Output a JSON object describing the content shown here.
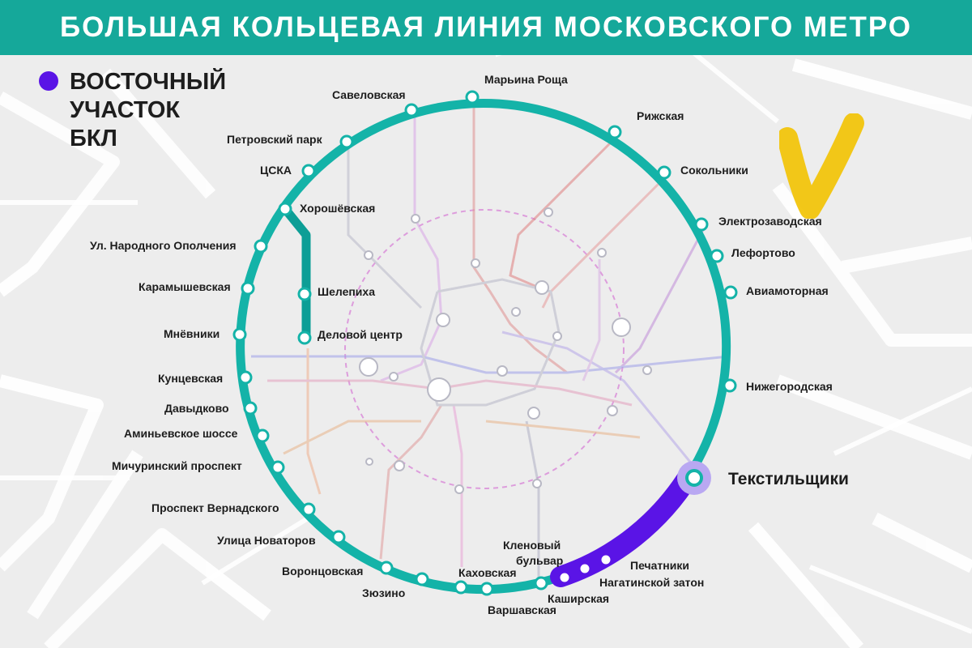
{
  "title": "БОЛЬШАЯ КОЛЬЦЕВАЯ ЛИНИЯ МОСКОВСКОГО МЕТРО",
  "legend": {
    "lines": [
      "ВОСТОЧНЫЙ",
      "УЧАСТОК",
      "БКЛ"
    ],
    "color": "#5a14e6"
  },
  "colors": {
    "ring": "#14b3a8",
    "east_section": "#5a14e6",
    "highlight_halo": "#b9a8f2",
    "header": "#15a89a",
    "logo": "#f2c200"
  },
  "stations": [
    {
      "id": "maryina-roshcha",
      "name": "Марьина Роща"
    },
    {
      "id": "rizhskaya",
      "name": "Рижская"
    },
    {
      "id": "sokolniki",
      "name": "Сокольники"
    },
    {
      "id": "elektrozavodskaya",
      "name": "Электрозаводская"
    },
    {
      "id": "lefortovo",
      "name": "Лефортово"
    },
    {
      "id": "aviamotornaya",
      "name": "Авиамоторная"
    },
    {
      "id": "nizhegorodskaya",
      "name": "Нижегородская"
    },
    {
      "id": "tekstilshchiki",
      "name": "Текстильщики"
    },
    {
      "id": "pechatniki",
      "name": "Печатники"
    },
    {
      "id": "nagatinsky-zaton",
      "name": "Нагатинской затон"
    },
    {
      "id": "klenovy-bulvar",
      "name": "Кленовый бульвар"
    },
    {
      "id": "kashirskaya",
      "name": "Каширская"
    },
    {
      "id": "varshavskaya",
      "name": "Варшавская"
    },
    {
      "id": "kakhovskaya",
      "name": "Каховская"
    },
    {
      "id": "zyuzino",
      "name": "Зюзино"
    },
    {
      "id": "vorontsovskaya",
      "name": "Воронцовская"
    },
    {
      "id": "ulitsa-novatorov",
      "name": "Улица Новаторов"
    },
    {
      "id": "prospekt-vernadskogo",
      "name": "Проспект Вернадского"
    },
    {
      "id": "michurinsky-prospekt",
      "name": "Мичуринский проспект"
    },
    {
      "id": "aminyevskoye-shosse",
      "name": "Аминьевское шоссе"
    },
    {
      "id": "davydkovo",
      "name": "Давыдково"
    },
    {
      "id": "kuntsevskaya",
      "name": "Кунцевская"
    },
    {
      "id": "mnevniki",
      "name": "Мнёвники"
    },
    {
      "id": "karamyshevskaya",
      "name": "Карамышевская"
    },
    {
      "id": "ul-narodnogo-opolcheniya",
      "name": "Ул. Народного Ополчения"
    },
    {
      "id": "khoroshyovskaya",
      "name": "Хорошёвская"
    },
    {
      "id": "tsska",
      "name": "ЦСКА"
    },
    {
      "id": "petrovsky-park",
      "name": "Петровский парк"
    },
    {
      "id": "savyolovskaya",
      "name": "Савеловская"
    },
    {
      "id": "shelepikha",
      "name": "Шелепиха"
    },
    {
      "id": "delovoy-tsentr",
      "name": "Деловой центр"
    }
  ]
}
